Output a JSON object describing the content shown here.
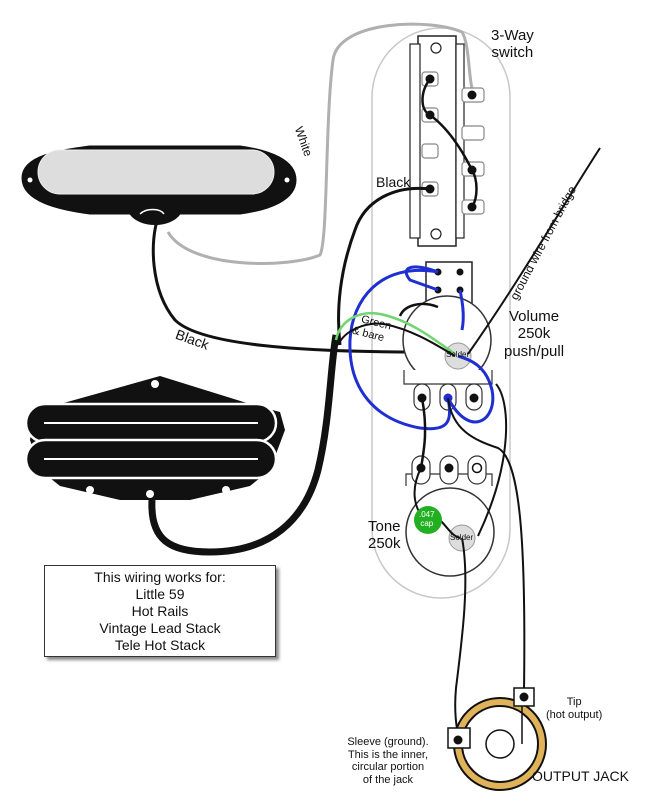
{
  "labels": {
    "switch": [
      "3-Way",
      "switch"
    ],
    "white": "White",
    "black_top": "Black",
    "black_left": "Black",
    "ground_wire": "ground wire from bridge",
    "green_bare": [
      "Green",
      "& bare"
    ],
    "volume": [
      "Volume",
      "250k",
      "push/pull"
    ],
    "solder_vol": "Solder",
    "solder_tone": "Solder",
    "cap": [
      ".047",
      "cap"
    ],
    "tone": [
      "Tone",
      "250k"
    ],
    "tip": [
      "Tip",
      "(hot output)"
    ],
    "sleeve": [
      "Sleeve (ground).",
      "This is the inner,",
      "circular portion",
      "of the jack"
    ],
    "output_jack": "OUTPUT JACK"
  },
  "info_box": {
    "heading": "This wiring works for:",
    "items": [
      "Little 59",
      "Hot Rails",
      "Vintage Lead Stack",
      "Tele Hot Stack"
    ]
  },
  "colors": {
    "wire_black": "#111111",
    "wire_white": "#b0b0b0",
    "wire_blue": "#1f2fd0",
    "wire_green": "#6fd66f",
    "cap_green": "#22b022",
    "plate_outline": "#c8c8c8",
    "jack_brass": "#e0b25a"
  }
}
